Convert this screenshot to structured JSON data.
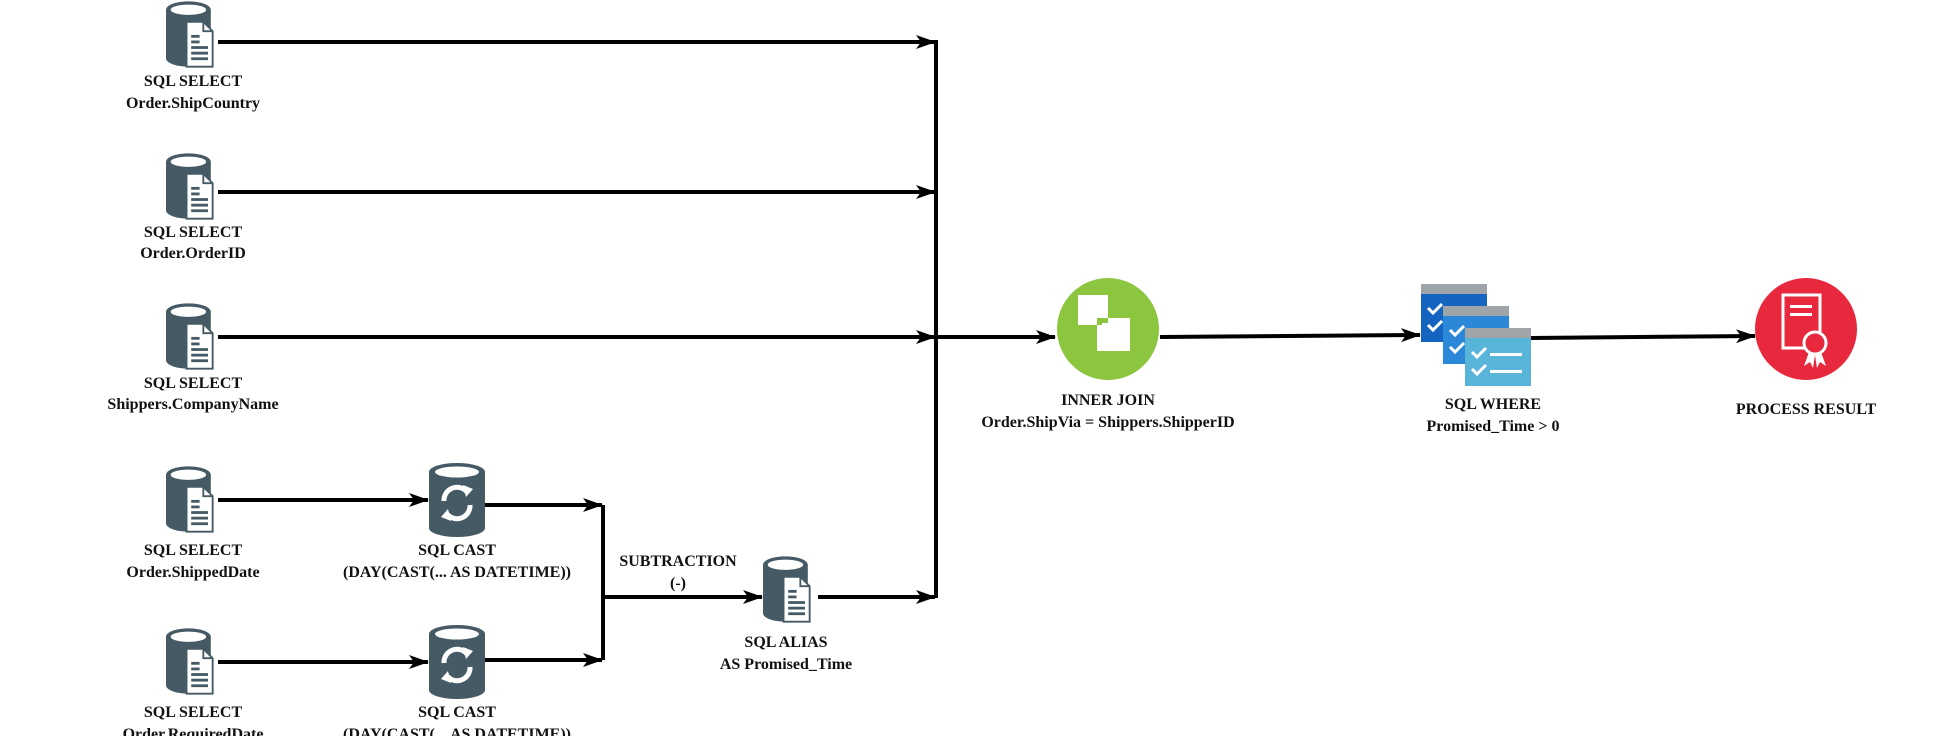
{
  "diagram": {
    "colors": {
      "db": "#455a64",
      "edge": "#000000",
      "join": "#8cc63f",
      "where_dark": "#1565c0",
      "where_mid": "#2b88d8",
      "where_light": "#59b4d9",
      "where_bar": "#9ea4a8",
      "result": "#e8283c"
    },
    "nodes": {
      "select_shipcountry": {
        "line1": "SQL SELECT",
        "line2": "Order.ShipCountry",
        "icon": "database-document-icon"
      },
      "select_orderid": {
        "line1": "SQL SELECT",
        "line2": "Order.OrderID",
        "icon": "database-document-icon"
      },
      "select_companyname": {
        "line1": "SQL SELECT",
        "line2": "Shippers.CompanyName",
        "icon": "database-document-icon"
      },
      "select_shippeddate": {
        "line1": "SQL SELECT",
        "line2": "Order.ShippedDate",
        "icon": "database-document-icon"
      },
      "select_requireddate": {
        "line1": "SQL SELECT",
        "line2": "Order.RequiredDate",
        "icon": "database-document-icon"
      },
      "cast_shipped": {
        "line1": "SQL CAST",
        "line2": "(DAY(CAST(... AS DATETIME))",
        "icon": "database-refresh-icon"
      },
      "cast_required": {
        "line1": "SQL CAST",
        "line2": "(DAY(CAST(... AS DATETIME))",
        "icon": "database-refresh-icon"
      },
      "alias": {
        "line1": "SQL ALIAS",
        "line2": "AS Promised_Time",
        "icon": "database-document-icon"
      },
      "inner_join": {
        "line1": "INNER JOIN",
        "line2": "Order.ShipVia = Shippers.ShipperID",
        "icon": "join-icon"
      },
      "where": {
        "line1": "SQL WHERE",
        "line2": "Promised_Time > 0",
        "icon": "checklist-windows-icon"
      },
      "result": {
        "line1": "PROCESS RESULT",
        "icon": "certificate-icon"
      }
    },
    "edge_labels": {
      "subtraction": {
        "line1": "SUBTRACTION",
        "line2": "(-)"
      }
    }
  }
}
